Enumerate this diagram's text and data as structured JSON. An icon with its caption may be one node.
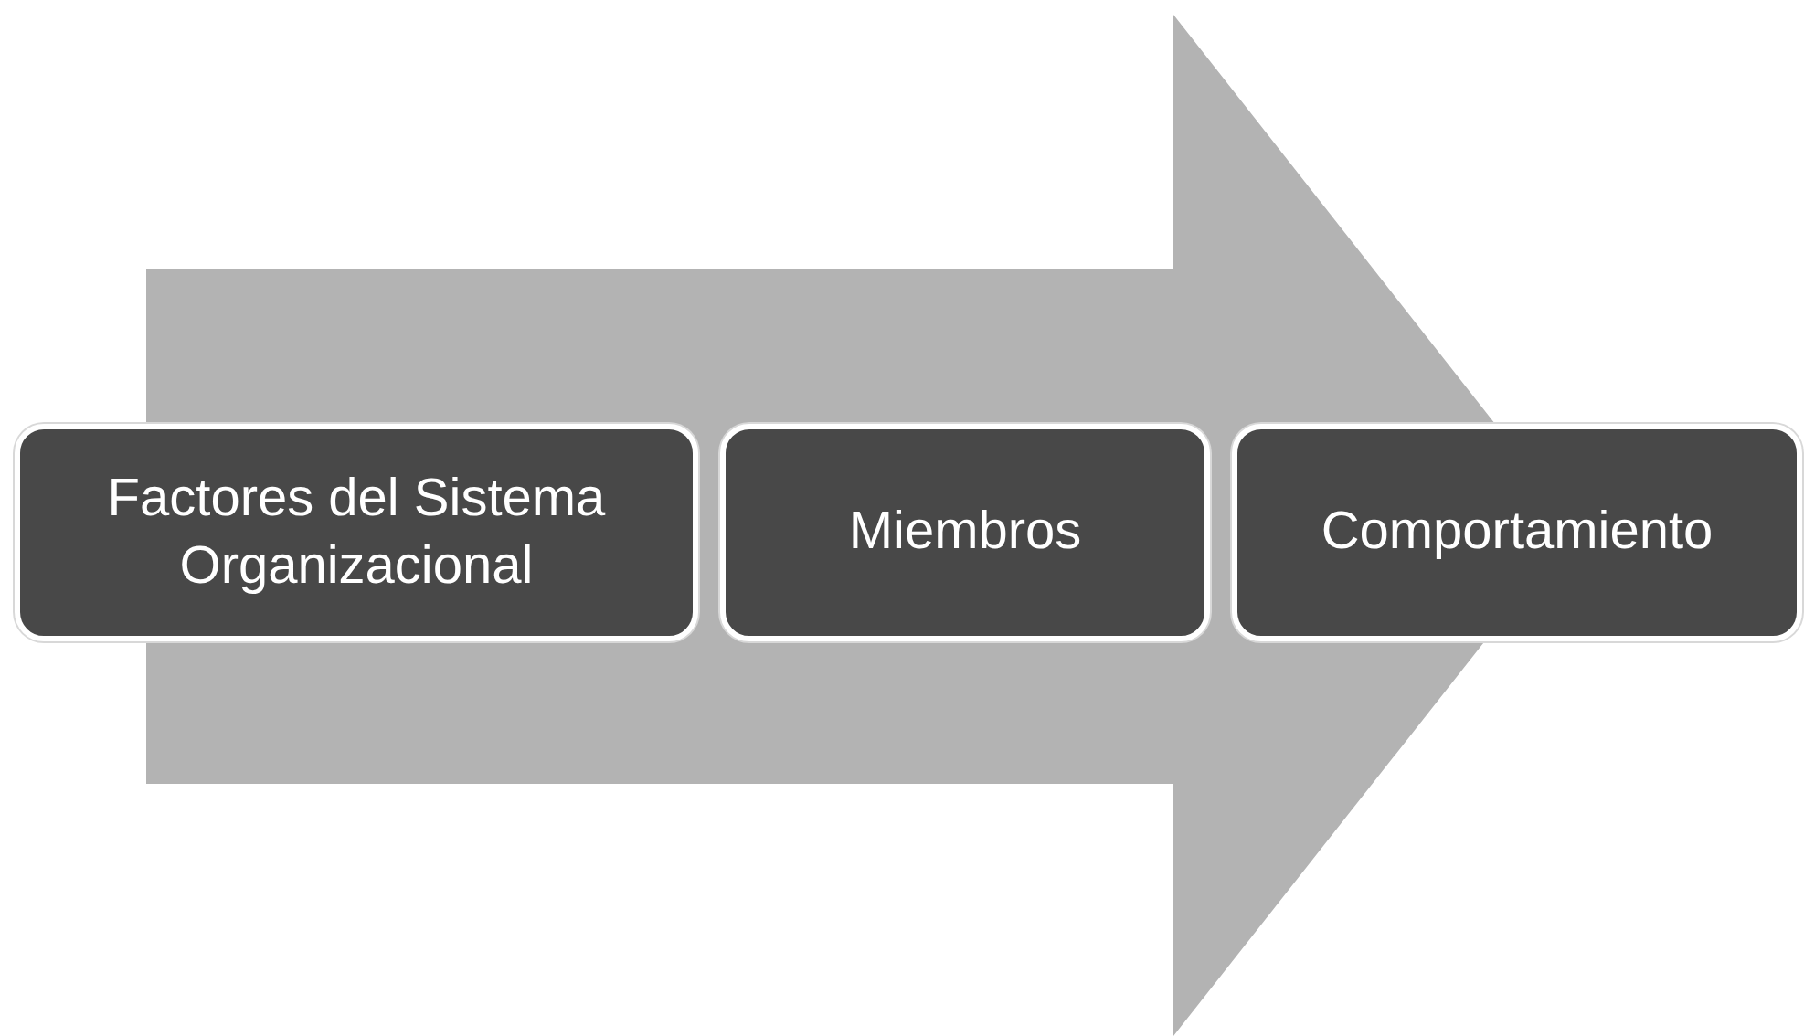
{
  "diagram": {
    "nodes": [
      {
        "text": [
          "Factores del Sistema Organizacional"
        ]
      },
      {
        "text": [
          "Miembros"
        ]
      },
      {
        "text": [
          "Comportamiento"
        ]
      }
    ],
    "edges": [
      {
        "from": 0,
        "to": 2,
        "arrow": "to"
      }
    ]
  }
}
